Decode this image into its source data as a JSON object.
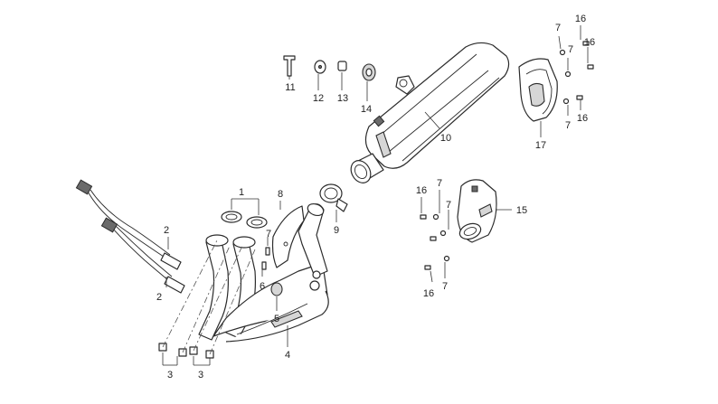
{
  "diagram": {
    "callouts": [
      {
        "id": "c1",
        "text": "1"
      },
      {
        "id": "c2a",
        "text": "2"
      },
      {
        "id": "c2b",
        "text": "2"
      },
      {
        "id": "c3a",
        "text": "3"
      },
      {
        "id": "c3b",
        "text": "3"
      },
      {
        "id": "c4",
        "text": "4"
      },
      {
        "id": "c5",
        "text": "5"
      },
      {
        "id": "c6",
        "text": "6"
      },
      {
        "id": "c7a",
        "text": "7"
      },
      {
        "id": "c7b",
        "text": "7"
      },
      {
        "id": "c7c",
        "text": "7"
      },
      {
        "id": "c7d",
        "text": "7"
      },
      {
        "id": "c7e",
        "text": "7"
      },
      {
        "id": "c7f",
        "text": "7"
      },
      {
        "id": "c7g",
        "text": "7"
      },
      {
        "id": "c8",
        "text": "8"
      },
      {
        "id": "c9",
        "text": "9"
      },
      {
        "id": "c10",
        "text": "10"
      },
      {
        "id": "c11",
        "text": "11"
      },
      {
        "id": "c12",
        "text": "12"
      },
      {
        "id": "c13",
        "text": "13"
      },
      {
        "id": "c14",
        "text": "14"
      },
      {
        "id": "c15",
        "text": "15"
      },
      {
        "id": "c16a",
        "text": "16"
      },
      {
        "id": "c16b",
        "text": "16"
      },
      {
        "id": "c16c",
        "text": "16"
      },
      {
        "id": "c16d",
        "text": "16"
      },
      {
        "id": "c16e",
        "text": "16"
      },
      {
        "id": "c17",
        "text": "17"
      }
    ]
  },
  "colors": {
    "line": "#2b2b2b",
    "fill": "#ffffff",
    "shade": "#d6d6d6"
  }
}
